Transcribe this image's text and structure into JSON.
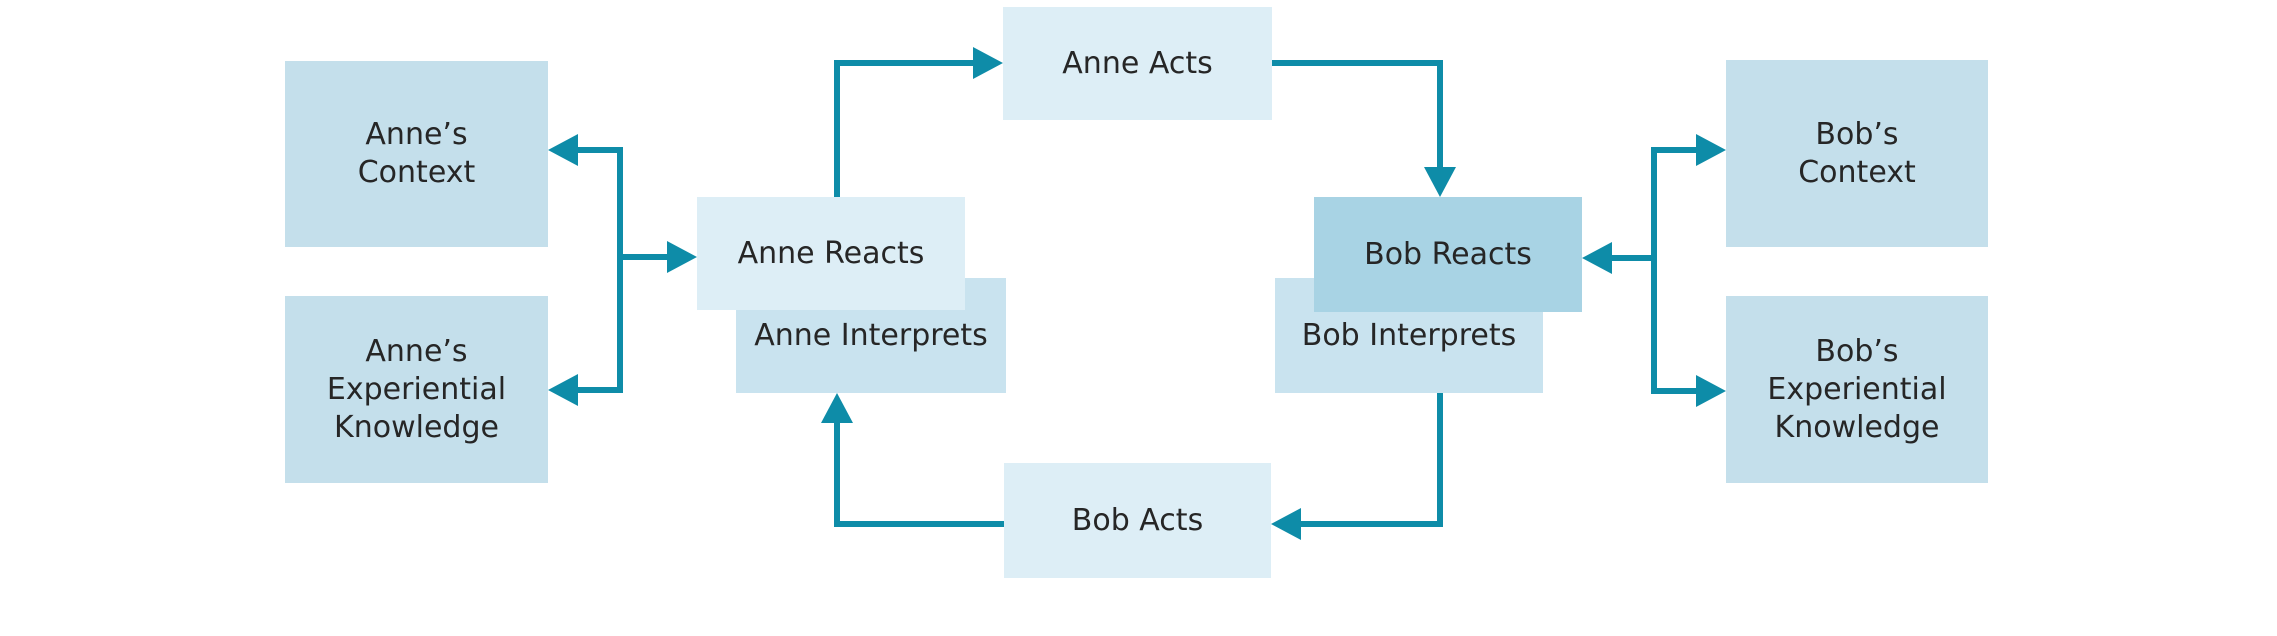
{
  "diagram": {
    "colors": {
      "line": "#0e8ca8",
      "box-light": "#ddeef6",
      "box-medium": "#c4dfeb",
      "box-interprets": "#c9e3ef",
      "box-highlight": "#a8d3e4",
      "text": "#262626"
    },
    "nodes": {
      "anne_context": {
        "label": "Anne’s\nContext"
      },
      "anne_exp_knowledge": {
        "label": "Anne’s\nExperiential\nKnowledge"
      },
      "anne_reacts": {
        "label": "Anne Reacts"
      },
      "anne_interprets": {
        "label": "Anne Interprets"
      },
      "anne_acts": {
        "label": "Anne Acts"
      },
      "bob_reacts": {
        "label": "Bob Reacts",
        "emphasis": true
      },
      "bob_interprets": {
        "label": "Bob Interprets"
      },
      "bob_acts": {
        "label": "Bob Acts"
      },
      "bob_context": {
        "label": "Bob’s\nContext"
      },
      "bob_exp_knowledge": {
        "label": "Bob’s\nExperiential\nKnowledge"
      }
    },
    "connections": [
      {
        "from": "anne_reacts",
        "to": "anne_acts"
      },
      {
        "from": "anne_acts",
        "to": "bob_reacts"
      },
      {
        "from": "bob_interprets",
        "to": "bob_acts"
      },
      {
        "from": "bob_acts",
        "to": "anne_interprets"
      },
      {
        "from": "anne_reacts_junction",
        "to": "anne_context"
      },
      {
        "from": "anne_reacts_junction",
        "to": "anne_exp_knowledge"
      },
      {
        "from": "anne_reacts_junction",
        "to": "anne_reacts"
      },
      {
        "from": "bob_reacts_junction",
        "to": "bob_context"
      },
      {
        "from": "bob_reacts_junction",
        "to": "bob_exp_knowledge"
      },
      {
        "from": "bob_reacts_junction",
        "to": "bob_reacts"
      }
    ]
  }
}
